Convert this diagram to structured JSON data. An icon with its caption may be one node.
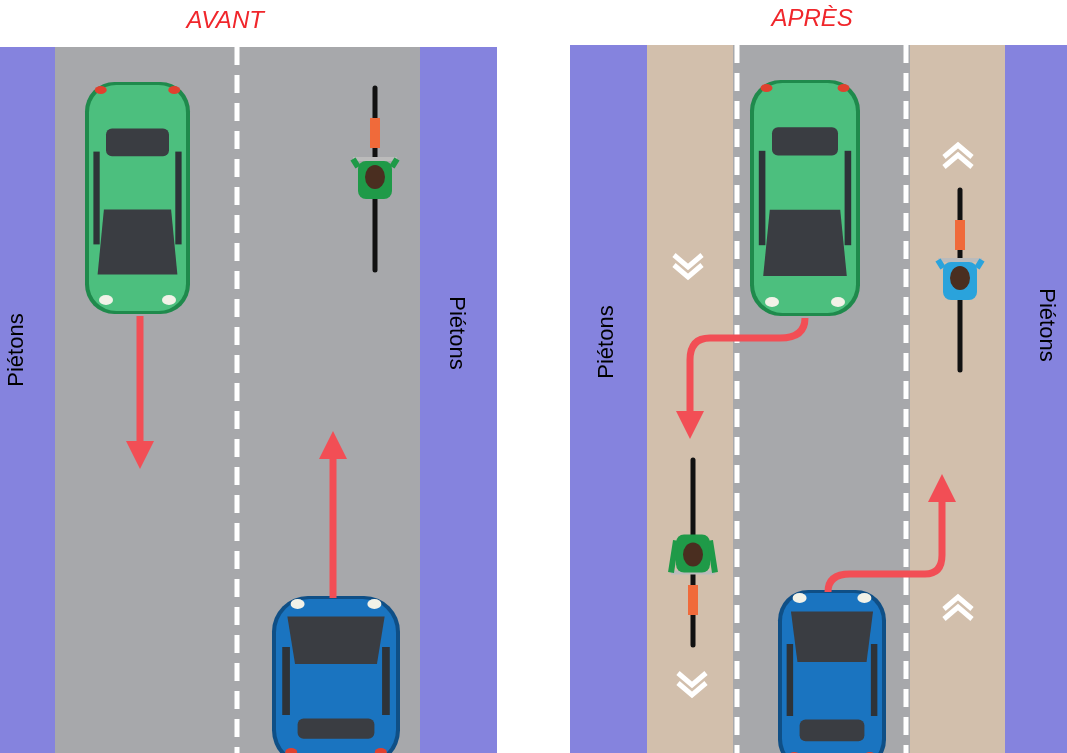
{
  "diagram": {
    "labels": [
      "AVANT",
      "APRÈS",
      "Piétons",
      "Piétons",
      "Piétons",
      "Piétons"
    ]
  }
}
